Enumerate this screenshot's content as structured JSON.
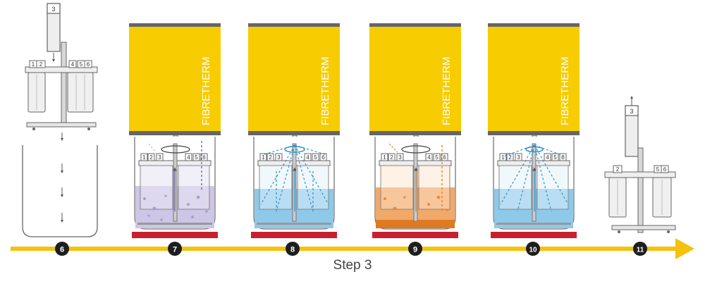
{
  "steps": [
    "6",
    "7",
    "8",
    "9",
    "10",
    "11"
  ],
  "step_caption": "Step 3",
  "unit_label": "FIBRETHERM",
  "tube_labels": [
    "1",
    "2",
    "3",
    "4",
    "5",
    "6"
  ],
  "colors": {
    "arrow": "#f4c20d",
    "yellow_unit": "#f7cc00",
    "heater": "#c8202e",
    "liquid_purple": "#cdc6e6",
    "liquid_blue": "#8ec9ea",
    "liquid_orange": "#f1a96a",
    "flow_purple": "#6b5fa8",
    "flow_blue": "#2d93cf",
    "flow_orange": "#e07a22",
    "frame": "#666666"
  }
}
